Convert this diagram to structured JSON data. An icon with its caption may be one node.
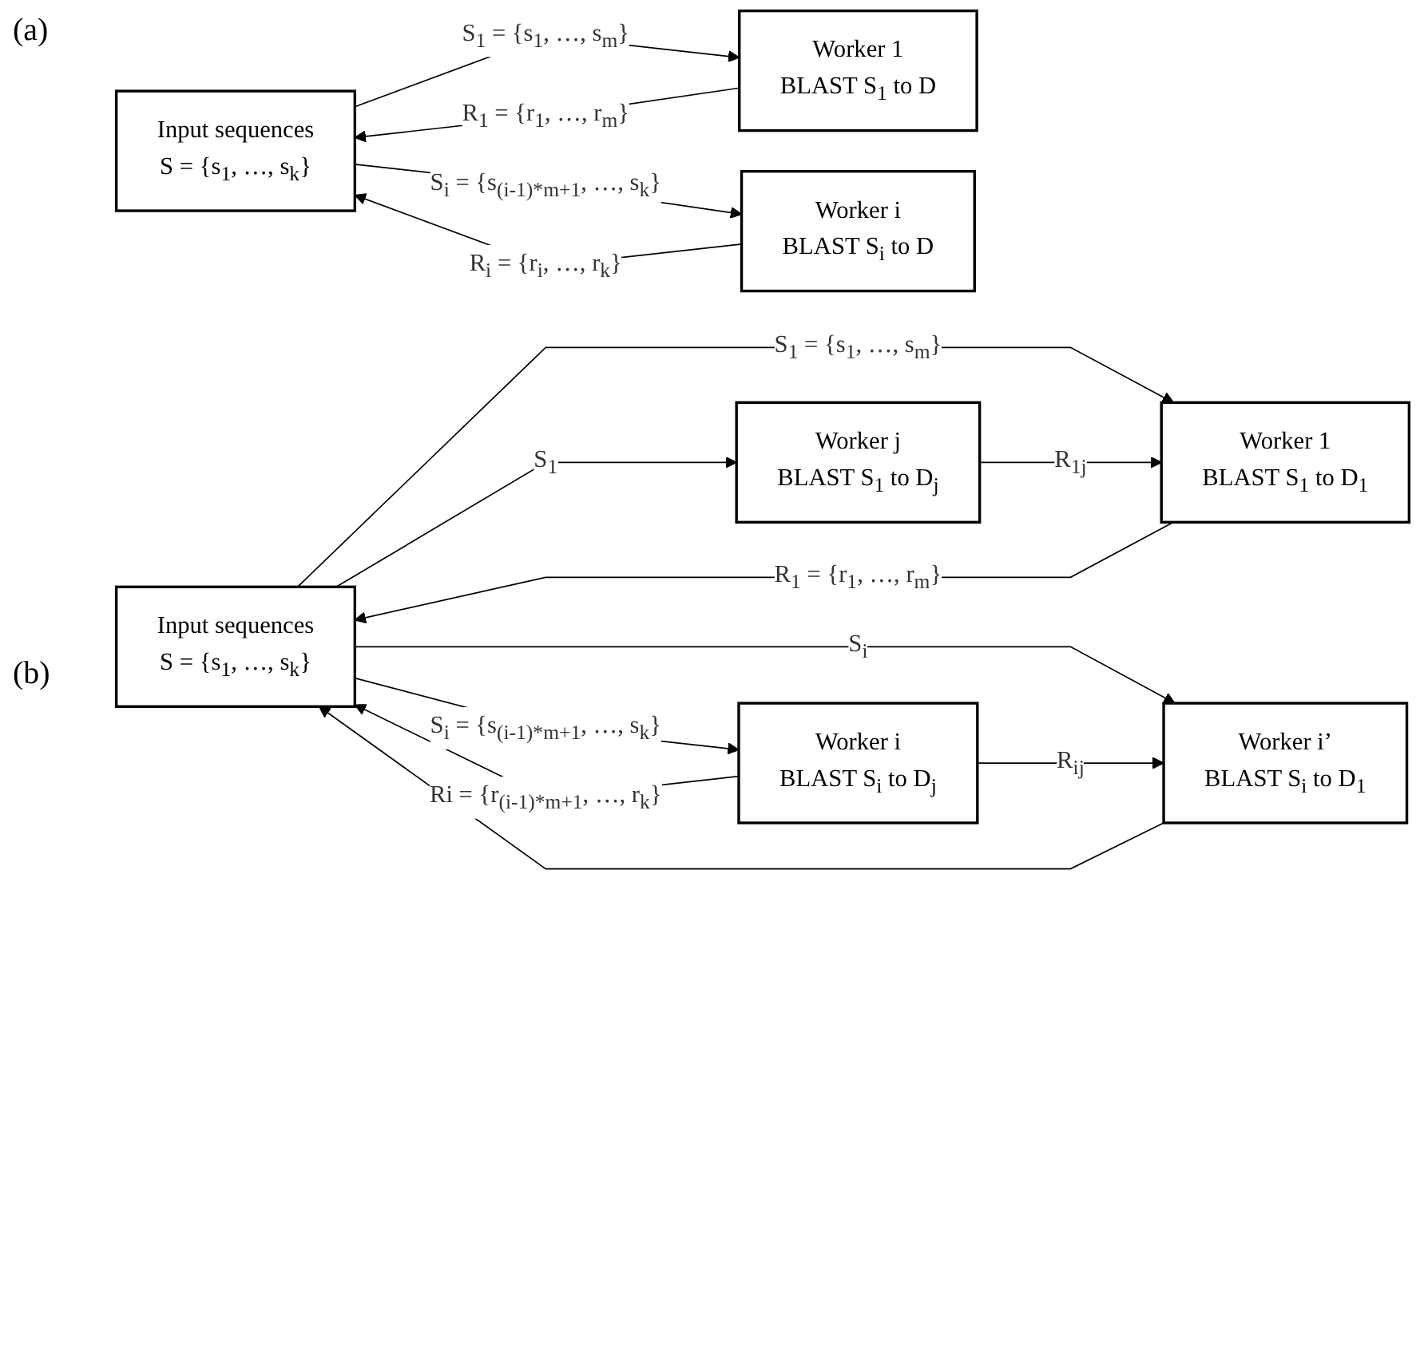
{
  "diagram": {
    "nodes": [
      {
        "text": [
          "Input sequences",
          "S = {s$_{1}$, …, s$_{k}$}"
        ]
      },
      {
        "text": [
          "Worker 1",
          "BLAST S$_{1}$ to D"
        ]
      },
      {
        "text": [
          "Worker i",
          "BLAST S$_{i}$ to D"
        ]
      },
      {
        "text": [
          "Input sequences",
          "S = {s$_{1}$, …, s$_{k}$}"
        ]
      },
      {
        "text": [
          "Worker 1",
          "BLAST S$_{1}$ to D$_{1}$"
        ]
      },
      {
        "text": [
          "Worker j",
          "BLAST S$_{1}$ to D$_{j}$"
        ]
      },
      {
        "text": [
          "Worker i’",
          "BLAST S$_{i}$ to D$_{1}$"
        ]
      },
      {
        "text": [
          "Worker i",
          "BLAST S$_{i}$ to D$_{j}$"
        ]
      }
    ],
    "edges": [
      {
        "from": 0,
        "to": 1,
        "arrow": "to",
        "label": "S$_{1}$ = {s$_{1}$, …, s$_{m}$}"
      },
      {
        "from": 1,
        "to": 0,
        "arrow": "to",
        "label": "R$_{1}$ = {r$_{1}$, …, r$_{m}$}"
      },
      {
        "from": 0,
        "to": 2,
        "arrow": "to",
        "label": "S$_{i}$ = {s$_{(i-1)*m+1}$, …, s$_{k}$}"
      },
      {
        "from": 2,
        "to": 0,
        "arrow": "to",
        "label": "R$_{i}$ = {r$_{i}$, …, r$_{k}$}"
      },
      {
        "from": 3,
        "to": 4,
        "arrow": "to",
        "label": "S$_{1}$ = {s$_{1}$, …, s$_{m}$}"
      },
      {
        "from": 4,
        "to": 3,
        "arrow": "to",
        "label": "R$_{1}$ = {r$_{1}$, …, r$_{m}$}"
      },
      {
        "from": 3,
        "to": 5,
        "arrow": "to",
        "label": "S$_{1}$"
      },
      {
        "from": 5,
        "to": 4,
        "arrow": "to",
        "label": "R$_{1j}$"
      },
      {
        "from": 3,
        "to": 6,
        "arrow": "to",
        "label": "S$_{i}$"
      },
      {
        "from": 6,
        "to": 3,
        "arrow": "to"
      },
      {
        "from": 3,
        "to": 7,
        "arrow": "to",
        "label": "S$_{i}$ = {s$_{(i-1)*m+1}$, …, s$_{k}$}"
      },
      {
        "from": 7,
        "to": 3,
        "arrow": "to",
        "label": "Ri = {r$_{(i-1)*m+1}$, …, r$_{k}$}"
      },
      {
        "from": 7,
        "to": 6,
        "arrow": "to",
        "label": "R$_{ij}$"
      }
    ],
    "labels": [
      "(a)",
      "(b)"
    ]
  }
}
